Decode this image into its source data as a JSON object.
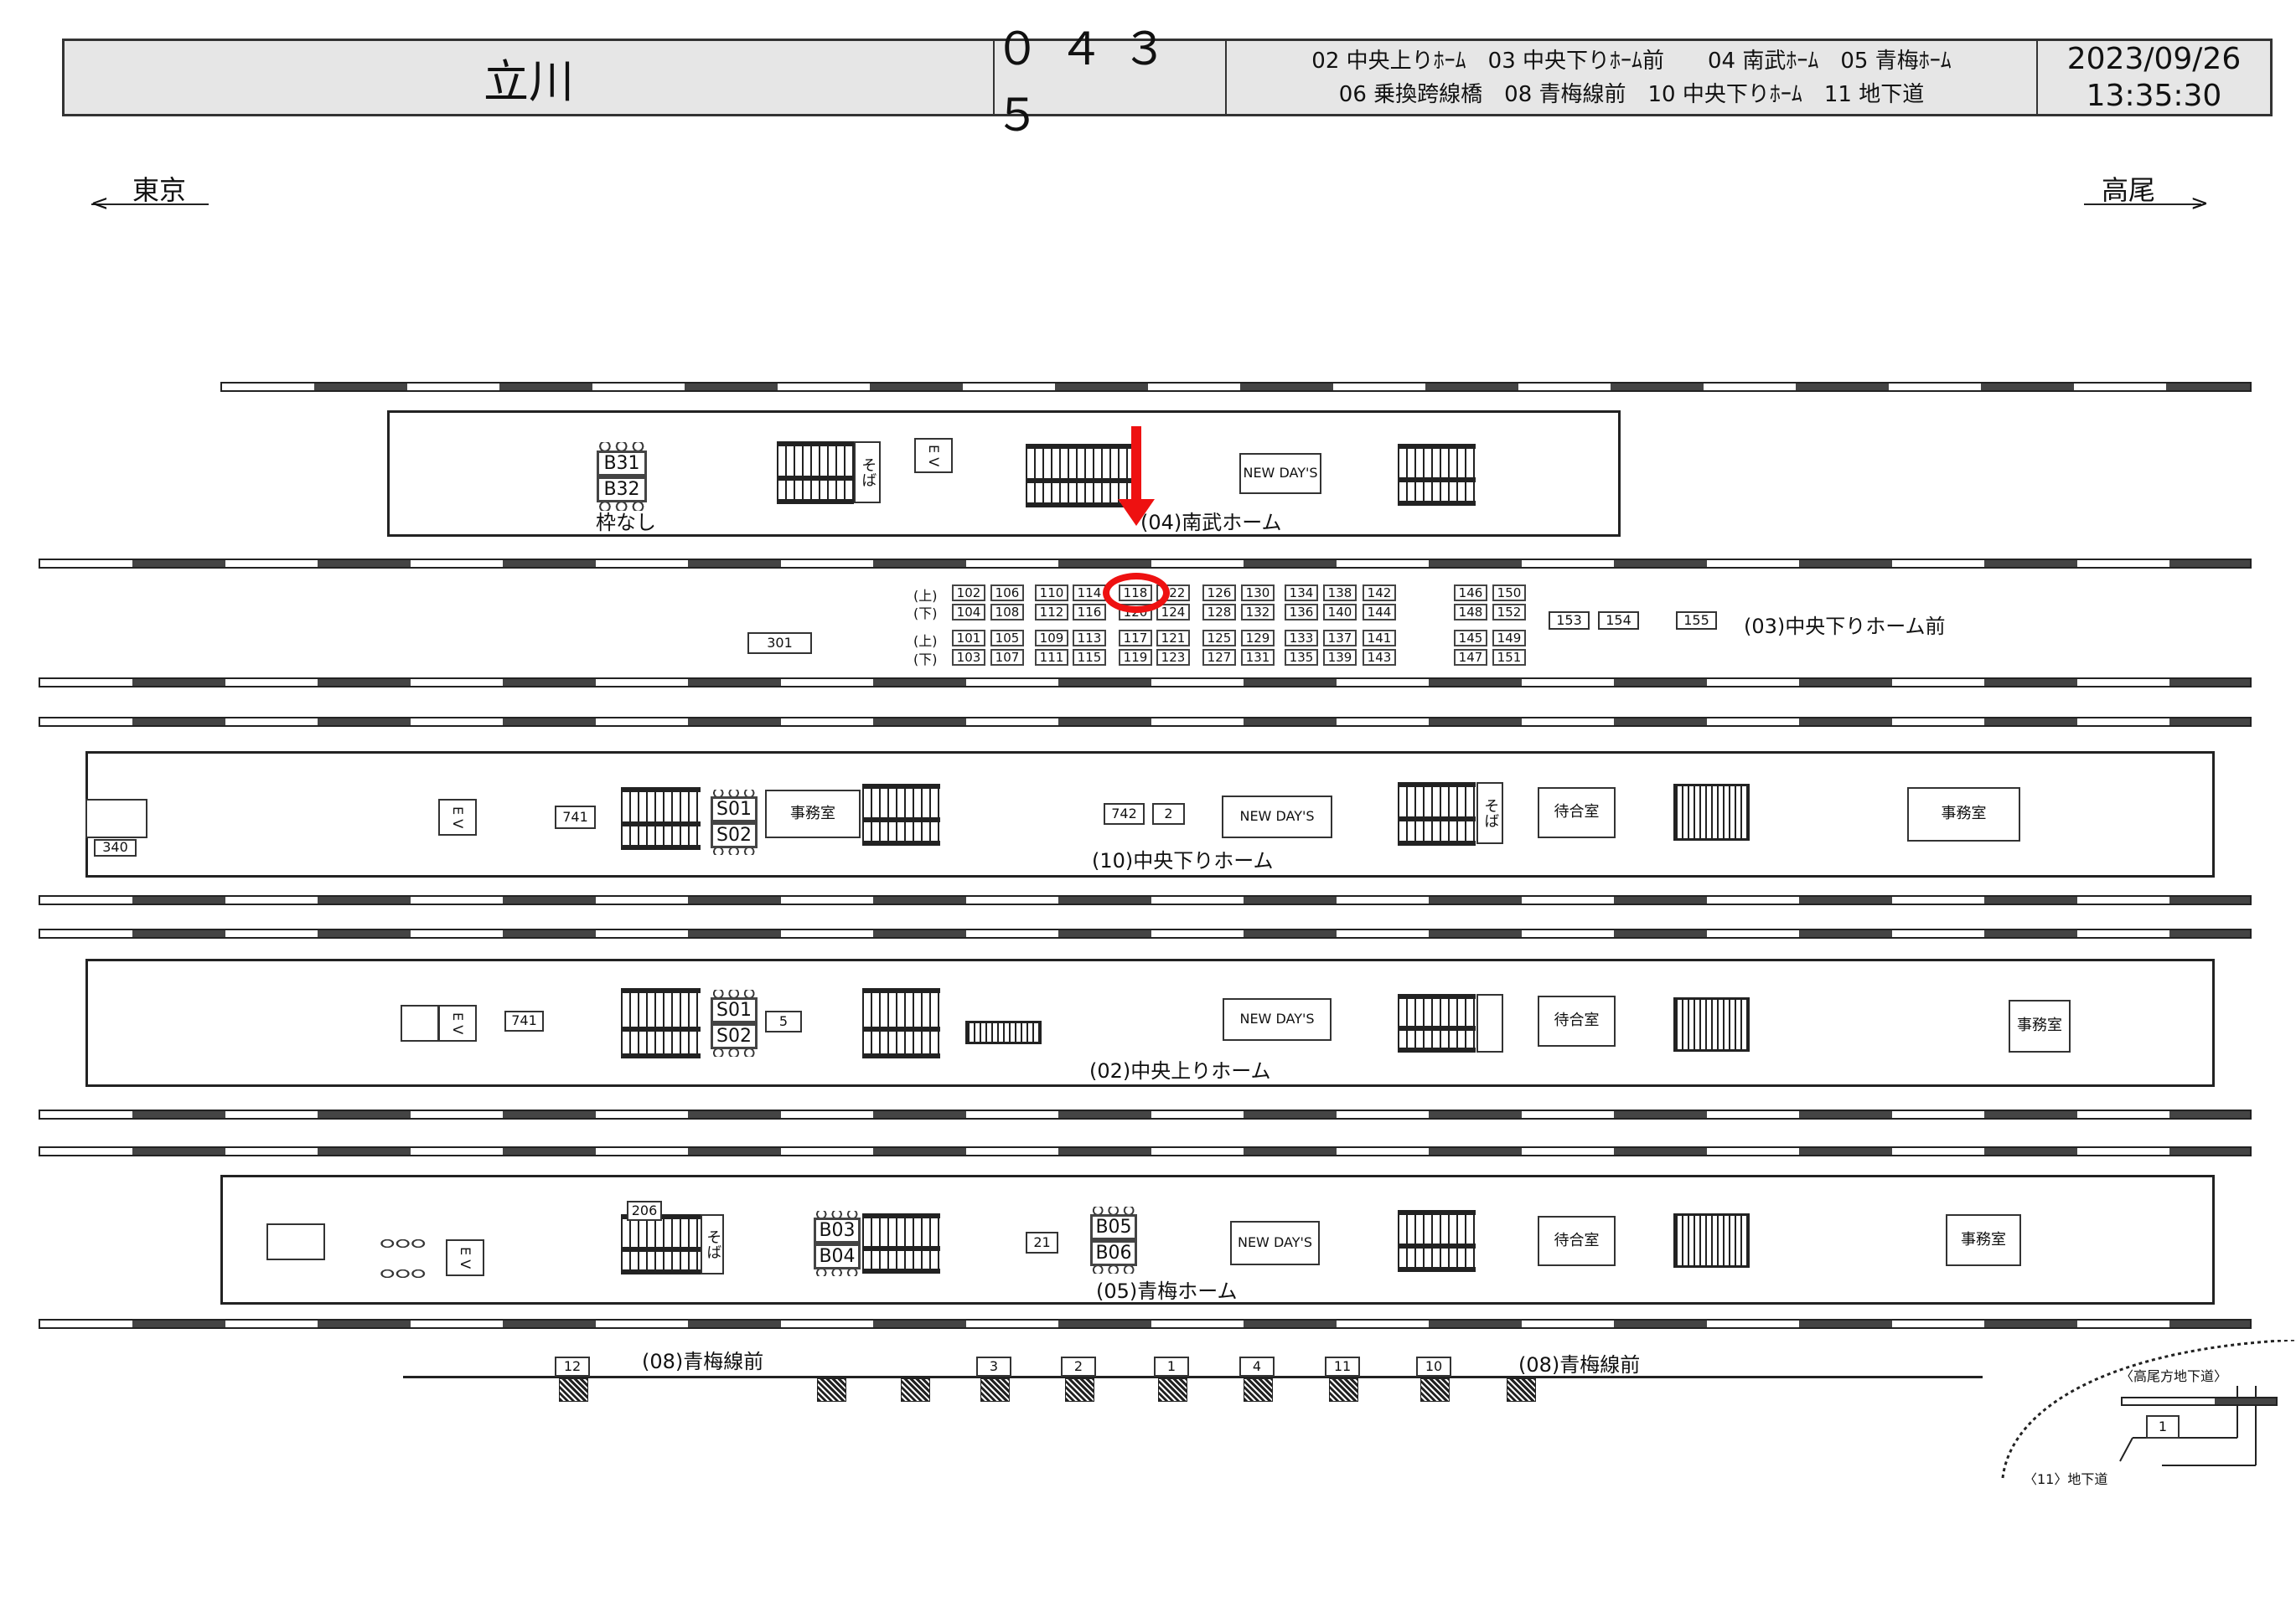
{
  "header": {
    "station": "立川",
    "code": "０４３５",
    "legend_line1": "02 中央上りﾎｰﾑ　03 中央下りﾎｰﾑ前　　04 南武ﾎｰﾑ　05 青梅ﾎｰﾑ",
    "legend_line2": "06 乗換跨線橋　08 青梅線前　10 中央下りﾎｰﾑ　11 地下道",
    "date": "2023/09/26",
    "time": "13:35:30"
  },
  "directions": {
    "left": "東京",
    "right": "高尾"
  },
  "accent_color": "#ee1111",
  "p04": {
    "label": "(04)南武ホーム",
    "b31": "B31",
    "b32": "B32",
    "no_frame": "枠なし",
    "soba": "そば",
    "ev": "E V",
    "newdays": "NEW DAY'S"
  },
  "z03": {
    "label": "(03)中央下りホーム前",
    "up": "(上)",
    "down": "(下)",
    "box301": "301",
    "b153": "153",
    "b154": "154",
    "b155": "155",
    "rows": [
      [
        "102",
        "106",
        "110",
        "114",
        "118",
        "122",
        "126",
        "130",
        "134",
        "138",
        "142",
        "146",
        "150"
      ],
      [
        "104",
        "108",
        "112",
        "116",
        "120",
        "124",
        "128",
        "132",
        "136",
        "140",
        "144",
        "148",
        "152"
      ],
      [
        "101",
        "105",
        "109",
        "113",
        "117",
        "121",
        "125",
        "129",
        "133",
        "137",
        "141",
        "145",
        "149"
      ],
      [
        "103",
        "107",
        "111",
        "115",
        "119",
        "123",
        "127",
        "131",
        "135",
        "139",
        "143",
        "147",
        "151"
      ]
    ]
  },
  "p10": {
    "label": "(10)中央下りホーム",
    "b340": "340",
    "ev": "E V",
    "b741": "741",
    "s01": "S01",
    "s02": "S02",
    "office": "事務室",
    "b742": "742",
    "b2": "2",
    "newdays": "NEW DAY'S",
    "soba": "そば",
    "waiting": "待合室",
    "office2": "事務室"
  },
  "p02": {
    "label": "(02)中央上りホーム",
    "ev": "E V",
    "b741": "741",
    "s01": "S01",
    "s02": "S02",
    "b5": "5",
    "newdays": "NEW DAY'S",
    "waiting": "待合室",
    "office": "事務室"
  },
  "p05": {
    "label": "(05)青梅ホーム",
    "ev": "E V",
    "b206": "206",
    "soba": "そば",
    "b03": "B03",
    "b04": "B04",
    "b21": "21",
    "b05": "B05",
    "b06": "B06",
    "newdays": "NEW DAY'S",
    "waiting": "待合室",
    "office": "事務室"
  },
  "l08": {
    "label_left": "(08)青梅線前",
    "label_right": "(08)青梅線前",
    "boxes": [
      "12",
      "3",
      "2",
      "1",
      "4",
      "11",
      "10"
    ]
  },
  "inset": {
    "label_top": "〈高尾方地下道〉",
    "label_bottom": "〈11〉地下道",
    "box": "1"
  }
}
